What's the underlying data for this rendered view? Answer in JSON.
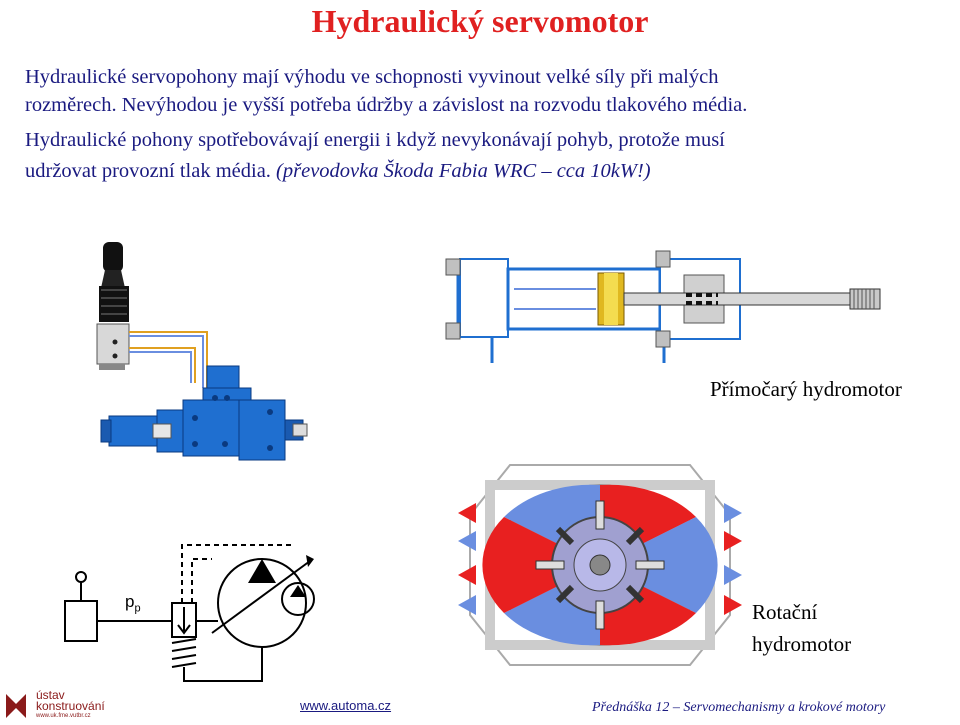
{
  "slide": {
    "title": "Hydraulický servomotor",
    "lines": [
      "Hydraulické servopohony mají výhodu ve schopnosti vyvinout velké síly při malých",
      "rozměrech. Nevýhodou je vyšší potřeba údržby a závislost na rozvodu tlakového média.",
      "Hydraulické pohony spotřebovávají energii i když nevykonávají pohyb, protože musí",
      "udržovat provozní tlak média."
    ],
    "line4_italic": "(převodovka Škoda Fabia WRC – cca 10kW!)",
    "caption_linear": "Přímočarý hydromotor",
    "caption_rotary_1": "Rotační",
    "caption_rotary_2": "hydromotor",
    "symbol_label_p": "p",
    "symbol_label_sub": "p"
  },
  "footer": {
    "logo_line1": "ústav",
    "logo_line2": "konstruování",
    "logo_line3": "www.uk.fme.vutbr.cz",
    "website": "www.automa.cz",
    "lecture": "Přednáška 12 – Servomechanismy a krokové motory"
  },
  "colors": {
    "title": "#e02020",
    "text": "#1a1a80",
    "pump_blue": "#1f6fd0",
    "oil_red": "#e82020",
    "oil_blue": "#6a8ee0"
  }
}
